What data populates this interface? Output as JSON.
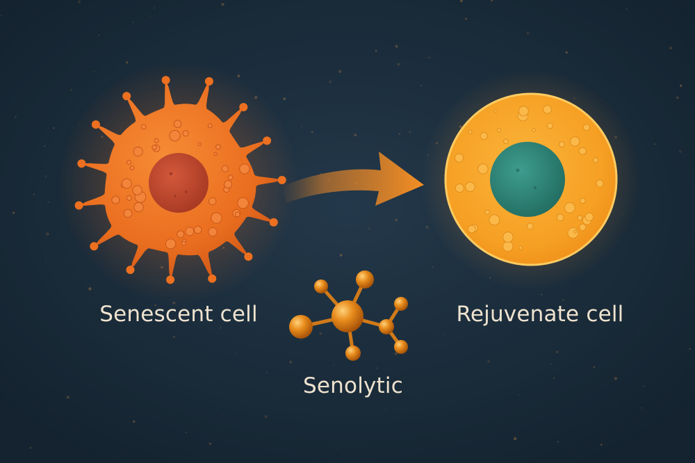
{
  "labels": {
    "senescent": "Senescent cell",
    "rejuvenated": "Rejuvenate cell",
    "drug": "Senolytic"
  },
  "colors": {
    "background": "#1b2d3c",
    "senescent_body": "#ee7424",
    "senescent_nucleus": "#c24a2c",
    "rejuvenated_body": "#f7a52a",
    "rejuvenated_nucleus": "#2f8a7c",
    "arrow": "#f28a26",
    "molecule": "#d97a16",
    "label_text": "#efe3cf"
  },
  "icons": {
    "arrow": "right-arrow",
    "molecule": "ball-and-stick-molecule"
  }
}
